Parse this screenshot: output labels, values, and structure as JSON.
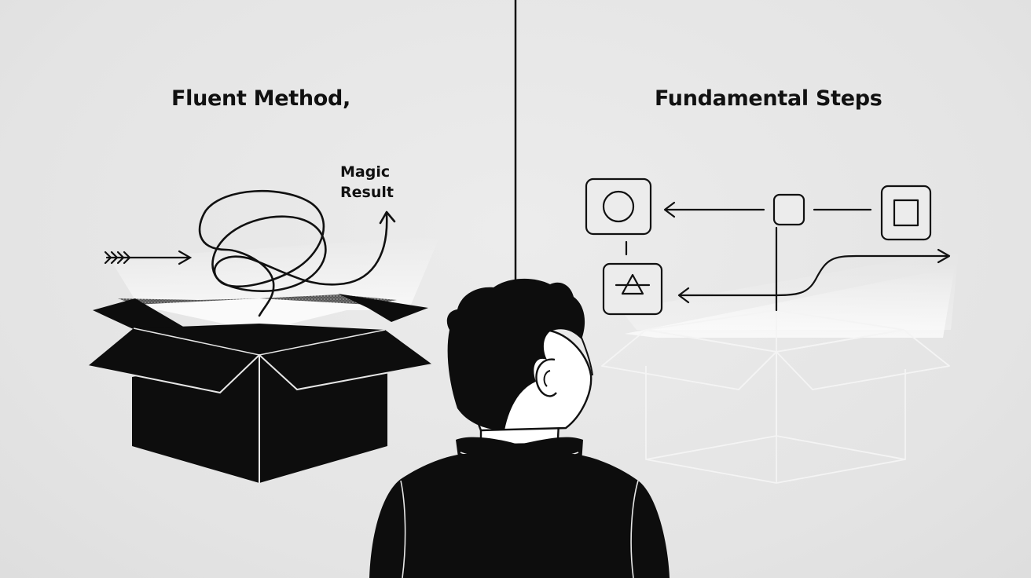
{
  "left_panel": {
    "title": "Fluent Method,",
    "annotation_line1": "Magic",
    "annotation_line2": "Result"
  },
  "right_panel": {
    "title": "Fundamental Steps"
  },
  "colors": {
    "background": "#e6e6e6",
    "ink": "#111111",
    "box_fill_dark": "#0d0d0d",
    "box_outline_light": "#f2f2f2",
    "highlight": "#ffffff"
  },
  "icons": {
    "left_box": "open-box-filled",
    "right_box": "open-box-outline",
    "scribble": "tangled-line",
    "steps": [
      "circle-in-square",
      "small-square-node",
      "square-in-square",
      "triangle-in-square"
    ],
    "person": "person-back-view"
  }
}
